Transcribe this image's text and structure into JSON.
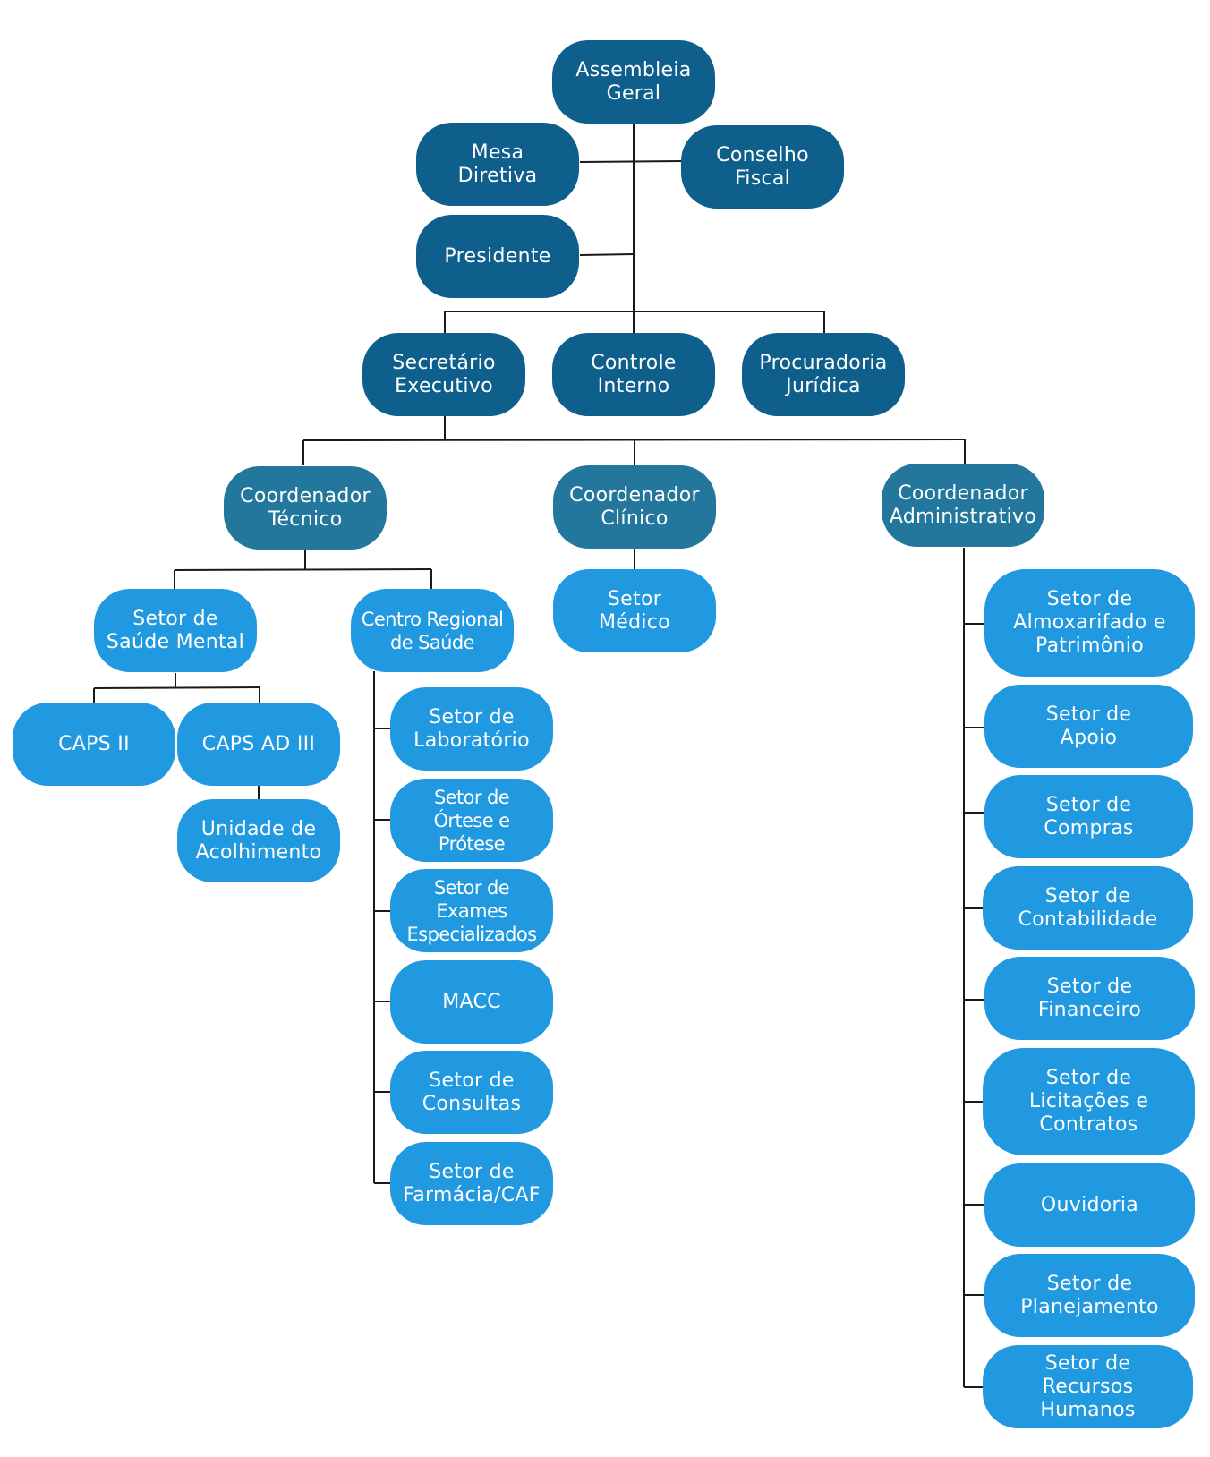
{
  "diagram": {
    "nodes": {
      "assembleia": "Assembleia\nGeral",
      "mesa": "Mesa\nDiretiva",
      "conselho": "Conselho\nFiscal",
      "presidente": "Presidente",
      "secretario": "Secretário\nExecutivo",
      "controle": "Controle\nInterno",
      "procuradoria": "Procuradoria\nJurídica",
      "coord_tecnico": "Coordenador\nTécnico",
      "coord_clinico": "Coordenador\nClínico",
      "coord_admin": "Coordenador\nAdministrativo",
      "saude_mental": "Setor de\nSaúde Mental",
      "centro_regional": "Centro Regional\nde Saúde",
      "setor_medico": "Setor\nMédico",
      "caps_ii": "CAPS II",
      "caps_ad_iii": "CAPS AD III",
      "unidade_acolhimento": "Unidade de\nAcolhimento",
      "laboratorio": "Setor de\nLaboratório",
      "ortese": "Setor de\nÓrtese e Prótese",
      "exames": "Setor de  Exames\nEspecializados",
      "macc": "MACC",
      "consultas": "Setor de\nConsultas",
      "farmacia": "Setor de\nFarmácia/CAF",
      "almoxarifado": "Setor de\nAlmoxarifado e\nPatrimônio",
      "apoio": "Setor de\nApoio",
      "compras": "Setor de\nCompras",
      "contabilidade": "Setor de\nContabilidade",
      "financeiro": "Setor de\nFinanceiro",
      "licitacoes": "Setor de\nLicitações e\nContratos",
      "ouvidoria": "Ouvidoria",
      "planejamento": "Setor de\nPlanejamento",
      "rh": "Setor de\nRecursos Humanos"
    },
    "colors": {
      "level1": "#0f5f8c",
      "level2": "#23779c",
      "level3": "#2199e0",
      "connector": "#1a1a1a"
    }
  }
}
